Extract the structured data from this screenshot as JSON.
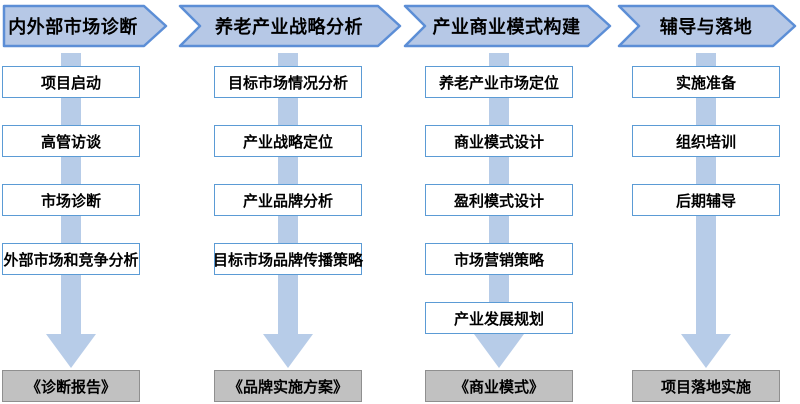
{
  "diagram": {
    "columns": [
      {
        "header": "内外部市场诊断",
        "steps": [
          "项目启动",
          "高管访谈",
          "市场诊断",
          "外部市场和竞争分析"
        ],
        "result": "《诊断报告》"
      },
      {
        "header": "养老产业战略分析",
        "steps": [
          "目标市场情况分析",
          "产业战略定位",
          "产业品牌分析",
          "目标市场品牌传播策略"
        ],
        "result": "《品牌实施方案》"
      },
      {
        "header": "产业商业模式构建",
        "steps": [
          "养老产业市场定位",
          "商业模式设计",
          "盈利模式设计",
          "市场营销策略",
          "产业发展规划"
        ],
        "result": "《商业模式》"
      },
      {
        "header": "辅导与落地",
        "steps": [
          "实施准备",
          "组织培训",
          "后期辅导"
        ],
        "result": "项目落地实施"
      }
    ],
    "colors": {
      "header_fill": "#b6c8e6",
      "header_border": "#5c8ed6",
      "box_border": "#5b9bd5",
      "box_fill": "#ffffff",
      "arrow": "#b7cce8",
      "result_fill": "#c1c1c1",
      "result_border": "#8f8f8f",
      "text": "#000000"
    }
  }
}
